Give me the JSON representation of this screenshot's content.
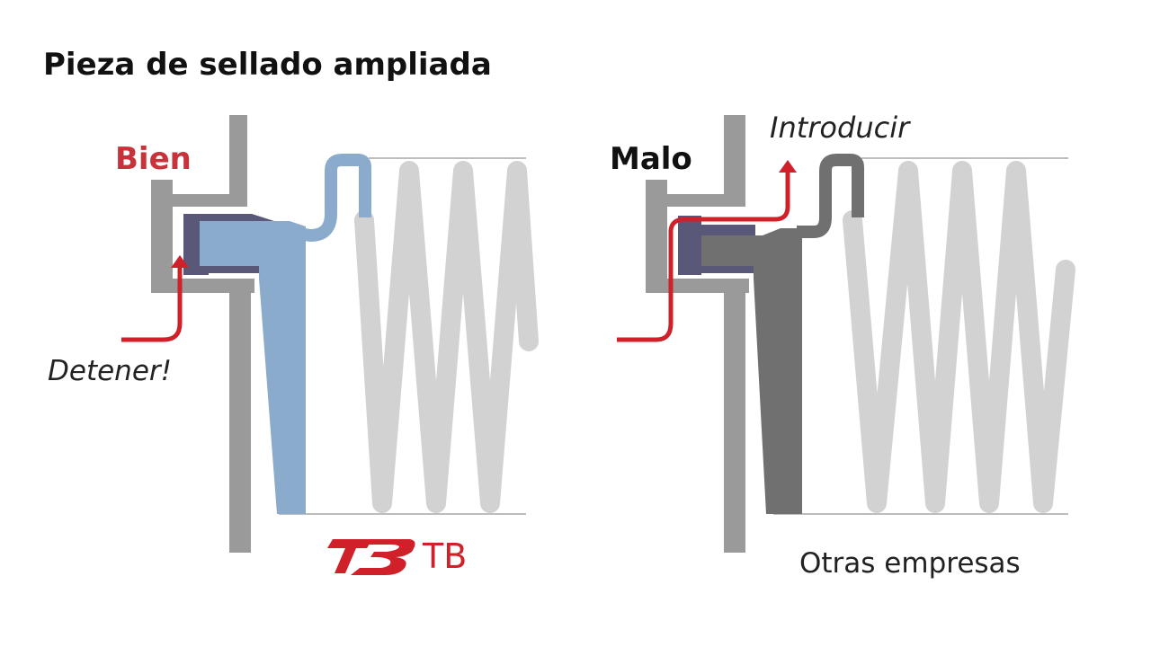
{
  "title": "Pieza de sellado ampliada",
  "left_panel": {
    "label": "Bien",
    "action_label": "Detener!",
    "brand_text": "TB"
  },
  "right_panel": {
    "label": "Malo",
    "action_label": "Introducir",
    "caption": "Otras empresas"
  },
  "colors": {
    "good": "#c8323a",
    "arrow": "#d0202a",
    "tb_seal": "#8aabcb",
    "other_seal": "#707070",
    "gasket": "#5a5878",
    "housing": "#9a9a9a",
    "spring": "#d2d2d2"
  },
  "icons": [
    "tb-logo-icon"
  ]
}
